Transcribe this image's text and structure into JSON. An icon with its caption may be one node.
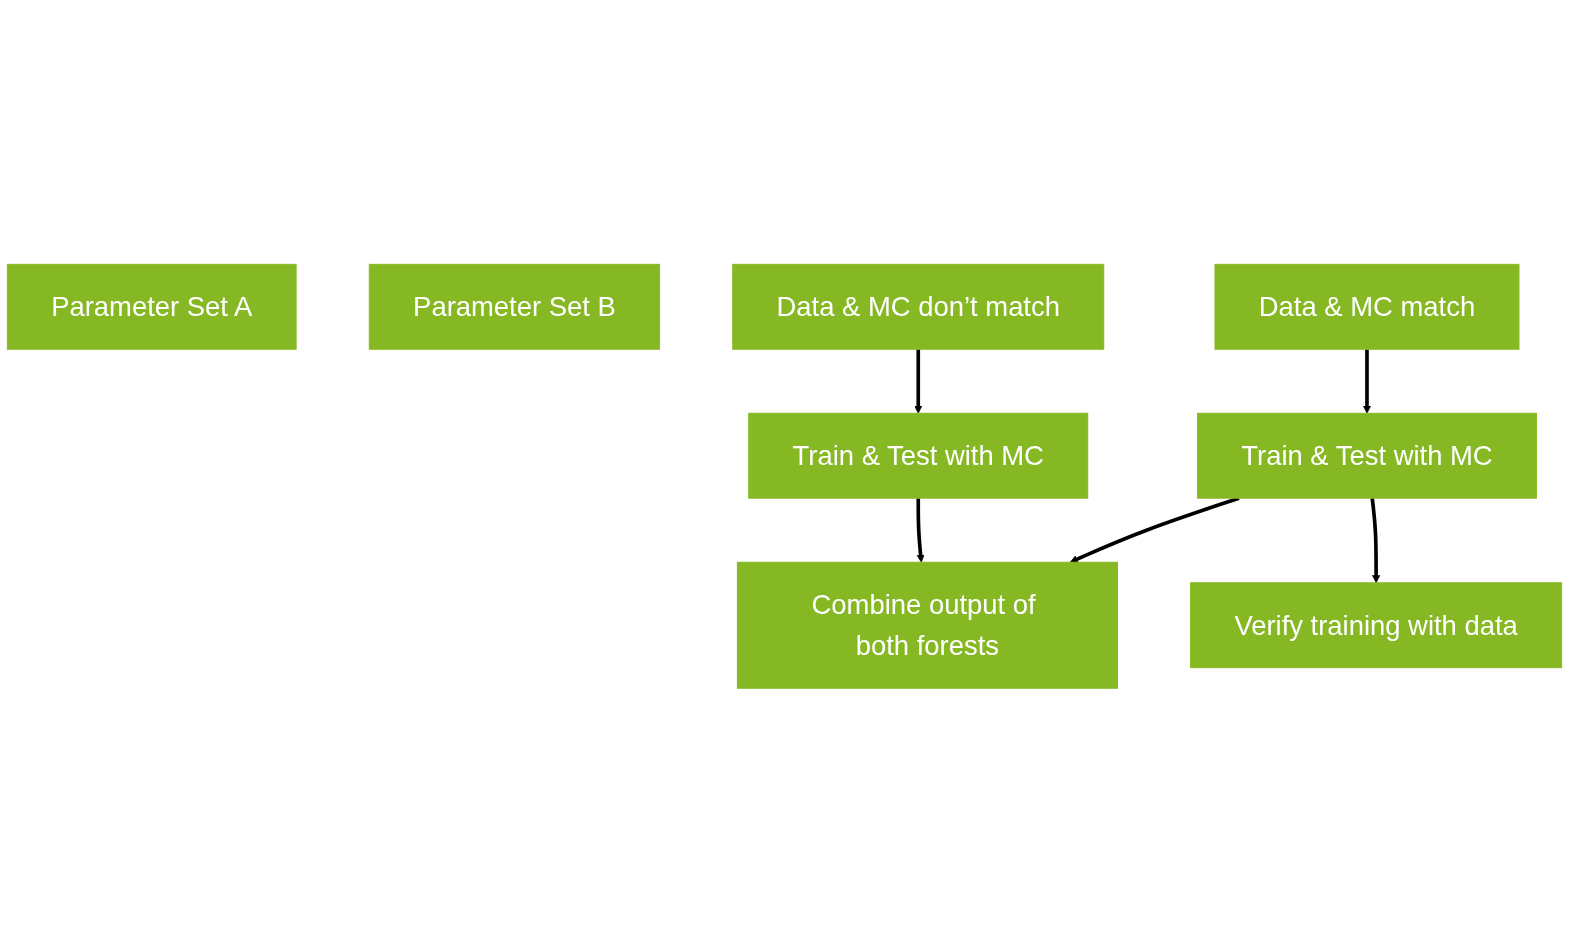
{
  "diagram": {
    "nodes": [
      {
        "text": [
          "Parameter Set A"
        ]
      },
      {
        "text": [
          "Parameter Set B"
        ]
      },
      {
        "text": [
          "Data & MC don’t match"
        ]
      },
      {
        "text": [
          "Data & MC match"
        ]
      },
      {
        "text": [
          "Train & Test with MC"
        ]
      },
      {
        "text": [
          "Train & Test with MC"
        ]
      },
      {
        "text": [
          "Combine output of both forests"
        ]
      },
      {
        "text": [
          "Verify training with data"
        ]
      }
    ],
    "edges": [
      {
        "from": 2,
        "to": 4,
        "arrow": "to"
      },
      {
        "from": 3,
        "to": 5,
        "arrow": "to"
      },
      {
        "from": 4,
        "to": 6,
        "arrow": "to"
      },
      {
        "from": 5,
        "to": 6,
        "arrow": "to"
      },
      {
        "from": 5,
        "to": 7,
        "arrow": "to"
      }
    ]
  }
}
